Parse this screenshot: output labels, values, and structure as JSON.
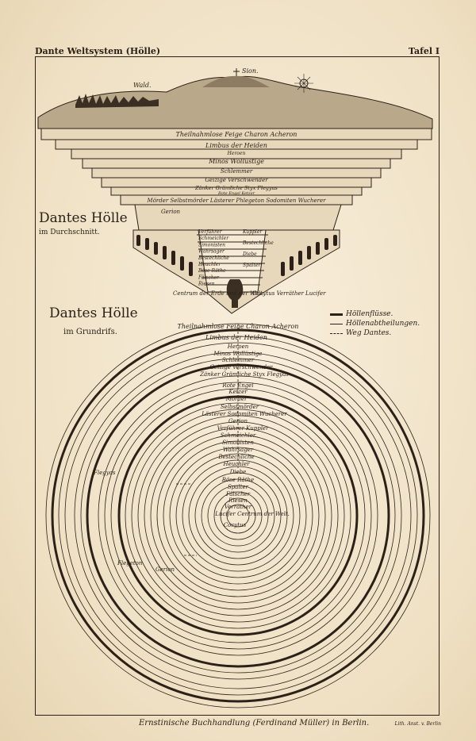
{
  "header": {
    "left": "Dante Weltsystem (Hölle)",
    "right": "Tafel I"
  },
  "section_view": {
    "title": "Dantes Hölle",
    "subtitle": "im Durchschnitt.",
    "summit": "Sion.",
    "forest": "Wald.",
    "ring0": "Theilnahmlose Feige Charon Acheron",
    "ring1": "Limbus der Heiden",
    "ring1b": "Heroen",
    "ring2": "Minos Wollüstige",
    "ring3": "Schlemmer",
    "ring4": "Geizige Verschwender",
    "ring5": "Zänker Grämliche Styx Flegyas",
    "ring5b": "Rote Engel Ketzer",
    "ring6": "Mörder Selbstmörder Lästerer Phlegeton Sodomiten Wucherer",
    "gerion": "Gerion",
    "pit_left": [
      "Verführer",
      "Schmeichler",
      "Simonisten",
      "Wahrsager",
      "Bestechliche",
      "Heuchler",
      "Böse Räthe",
      "Fälscher",
      "Riesen"
    ],
    "pit_right": [
      "Kuppler",
      "Bestechliche",
      "Diebe",
      "Spalter"
    ],
    "centre_left": "Centrum der Erde und der Welt.",
    "centre_right": "Cocytus Verräther Lucifer"
  },
  "legend": {
    "items": [
      {
        "label": "Höllenflüsse.",
        "style": "thick"
      },
      {
        "label": "Höllenabtheilungen.",
        "style": "thin"
      },
      {
        "label": "Weg Dantes.",
        "style": "dashed"
      }
    ]
  },
  "plan_view": {
    "title": "Dantes Hölle",
    "subtitle": "im Grundrifs.",
    "labels": [
      "Theilnahmlose Feige Charon Acheron",
      "Limbus der Heiden",
      "Heroen",
      "Minos Wollüstige",
      "Schlemmer",
      "Geizige Verschwender",
      "Zänker Grämliche Styx Flegyas",
      "Rote Engel",
      "Ketzer",
      "Mörder",
      "Selbstmörder",
      "Lästerer Sodomiten Wucherer",
      "Gerion",
      "Verführer Kuppler",
      "Schmeichler",
      "Simonisten",
      "Wahrsager",
      "Bestechliche",
      "Heuchler",
      "Diebe",
      "Böse Räthe",
      "Spalter",
      "Fälscher",
      "Riesen",
      "Verräther",
      "Lucifer",
      "Centrum der Welt.",
      "Cocytus"
    ],
    "side_left": "Flegyas",
    "side_left2": "Flegeton",
    "side_left3": "Gerion"
  },
  "footer": {
    "publisher": "Ernstinische Buchhandlung (Ferdinand Müller) in Berlin.",
    "lith": "Lith. Anst. v. Berlin"
  }
}
